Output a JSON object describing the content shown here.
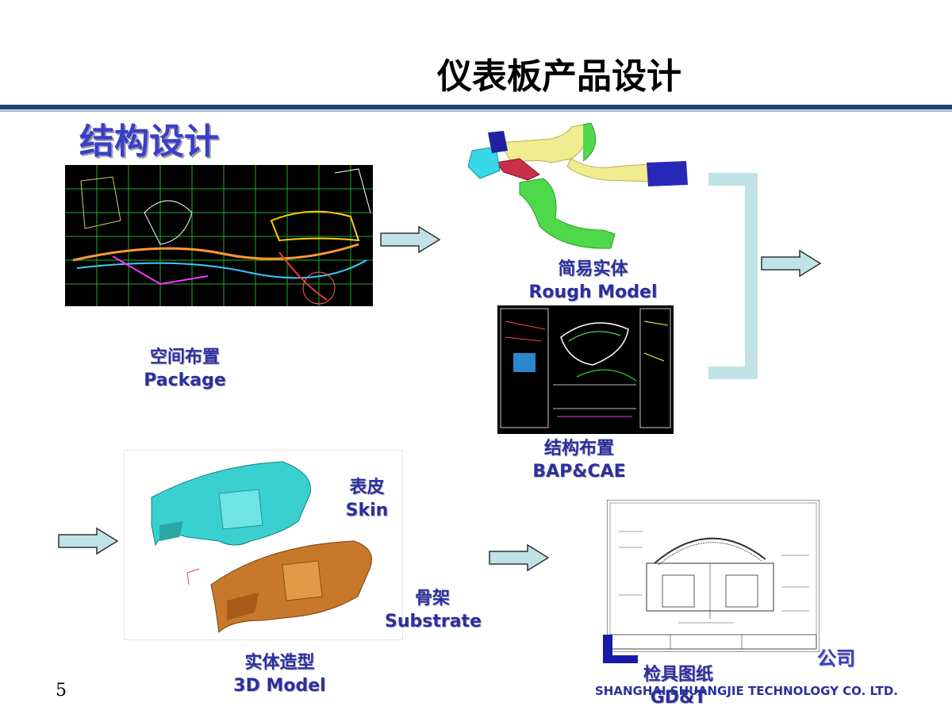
{
  "slide": {
    "title": "仪表板产品设计",
    "section_heading": "结构设计",
    "page_number": "5"
  },
  "labels": {
    "package": {
      "cn": "空间布置",
      "en": "Package"
    },
    "rough_model": {
      "cn": "简易实体",
      "en": "Rough Model"
    },
    "bap_cae": {
      "cn": "结构布置",
      "en": "BAP&CAE"
    },
    "skin": {
      "cn": "表皮",
      "en": "Skin"
    },
    "substrate": {
      "cn": "骨架",
      "en": "Substrate"
    },
    "model_3d": {
      "cn": "实体造型",
      "en": "3D Model"
    },
    "gdt": {
      "cn": "检具图纸",
      "en": "GD&T"
    }
  },
  "company": {
    "cn_tail": "公司",
    "en": "SHANGHAI SHUANGJIE TECHNOLOGY CO. LTD."
  },
  "colors": {
    "heading_blue": "#3a3ec8",
    "label_blue": "#2b2f9e",
    "rule_navy": "#1e4673",
    "arrow_fill": "#bfe3e6",
    "bracket": "#bfe3e6"
  },
  "icons": [
    "right-arrow-icon",
    "bracket-icon"
  ]
}
